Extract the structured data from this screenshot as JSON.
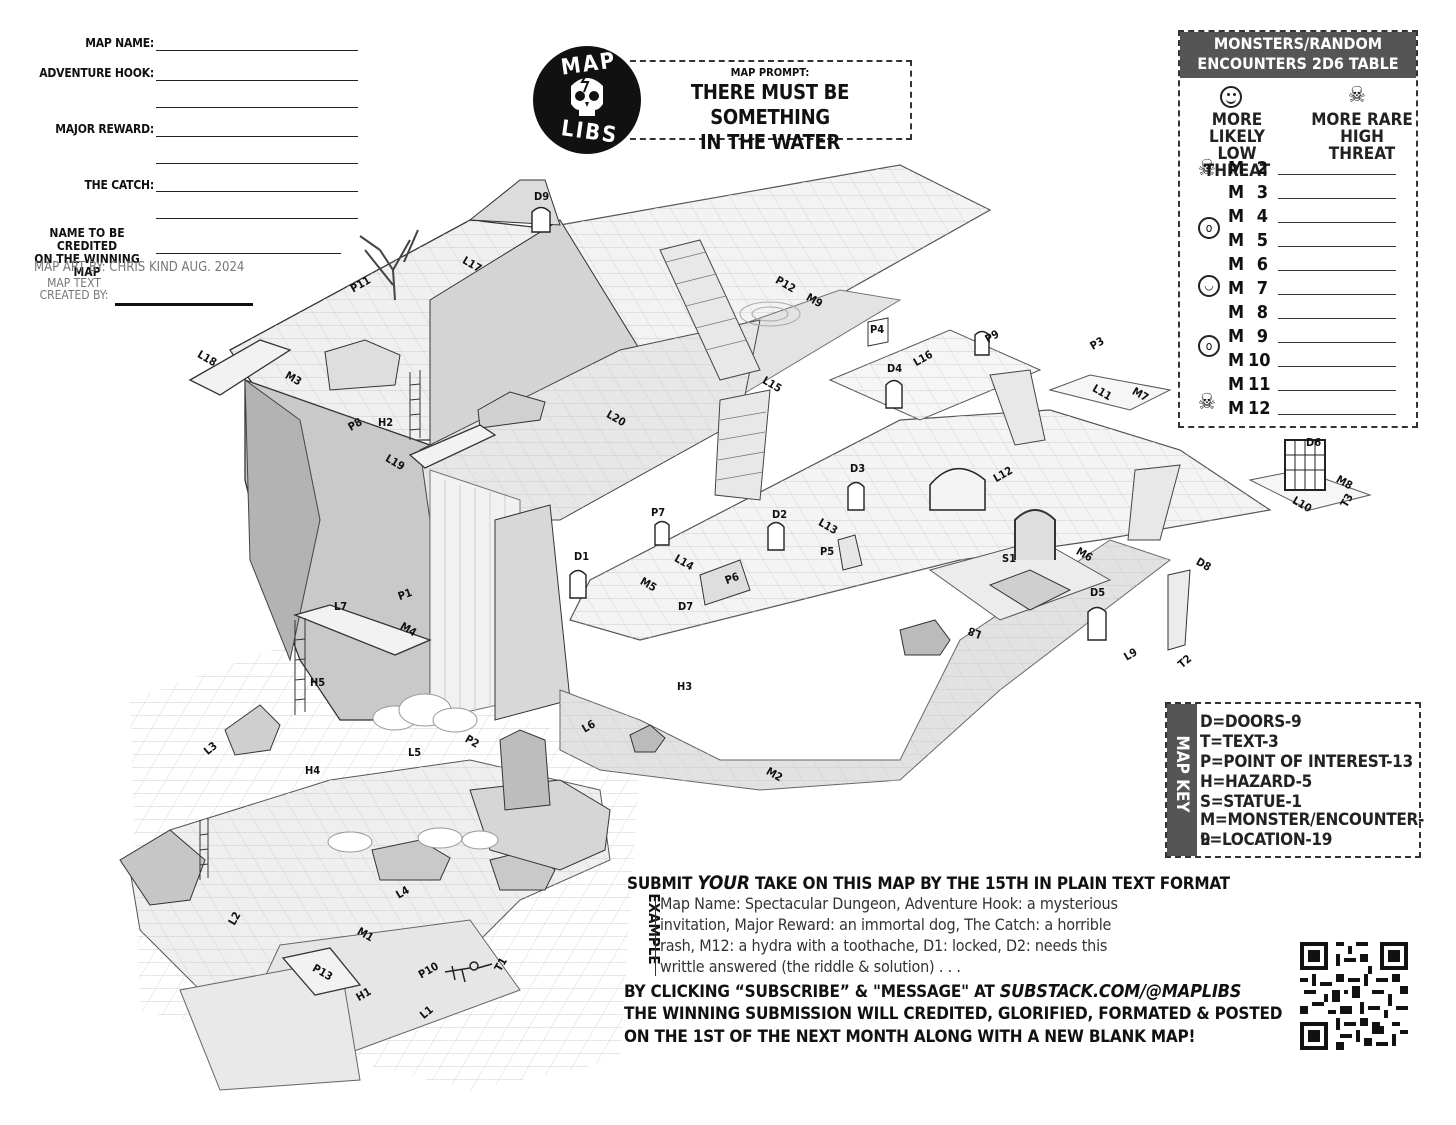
{
  "form": {
    "map_name": "MAP NAME:",
    "adventure_hook": "ADVENTURE HOOK:",
    "major_reward": "MAJOR REWARD:",
    "the_catch": "THE CATCH:",
    "credited_line1": "NAME TO BE CREDITED",
    "credited_line2": "ON THE WINNING MAP",
    "map_art_by": "MAP ART BY: CHRIS KIND AUG. 2024",
    "map_text_1": "MAP TEXT",
    "map_text_2": "CREATED BY:"
  },
  "logo": {
    "top": "MAP",
    "bottom": "LIBS"
  },
  "prompt": {
    "label": "MAP PROMPT:",
    "line1": "THERE MUST BE SOMETHING",
    "line2": "IN THE WATER"
  },
  "monsters": {
    "title1": "MONSTERS/RANDOM",
    "title2": "ENCOUNTERS 2D6 TABLE",
    "col1_l1": "MORE LIKELY",
    "col1_l2": "LOW THREAT",
    "col2_l1": "MORE RARE",
    "col2_l2": "HIGH THREAT",
    "rows": [
      {
        "m": "M",
        "n": "2"
      },
      {
        "m": "M",
        "n": "3"
      },
      {
        "m": "M",
        "n": "4"
      },
      {
        "m": "M",
        "n": "5"
      },
      {
        "m": "M",
        "n": "6"
      },
      {
        "m": "M",
        "n": "7"
      },
      {
        "m": "M",
        "n": "8"
      },
      {
        "m": "M",
        "n": "9"
      },
      {
        "m": "M",
        "n": "10"
      },
      {
        "m": "M",
        "n": "11"
      },
      {
        "m": "M",
        "n": "12"
      }
    ]
  },
  "map_key": {
    "title": "MAP KEY",
    "items": [
      "D=DOORS-9",
      "T=TEXT-3",
      "P=POINT OF INTEREST-13",
      "H=HAZARD-5",
      "S=STATUE-1",
      "M=MONSTER/ENCOUNTER-9",
      "L=LOCATION-19"
    ]
  },
  "submit": {
    "line1_a": "SUBMIT",
    "line1_b": "YOUR",
    "line1_c": "TAKE ON THIS MAP BY THE 15TH IN PLAIN TEXT FORMAT",
    "example_label": "EXAMPLE",
    "ex1": "Map Name: Spectacular Dungeon, Adventure Hook: a mysterious",
    "ex2": "invitation, Major Reward: an immortal dog, The Catch: a horrible",
    "ex3": "rash, M12: a hydra with a toothache, D1: locked, D2: needs this",
    "ex4": "writtle answered (the riddle & solution) . . .",
    "line2_a": "BY CLICKING “SUBSCRIBE” & \"MESSAGE\" AT",
    "line2_b": "SUBSTACK.COM/@MAPLIBS",
    "line3": "THE WINNING SUBMISSION WILL CREDITED, GLORIFIED, FORMATED & POSTED",
    "line4": "ON THE 1ST OF THE NEXT MONTH ALONG WITH A NEW BLANK MAP!"
  },
  "map_labels": {
    "D9": "D9",
    "L17": "L17",
    "P11": "P11",
    "L18": "L18",
    "M3": "M3",
    "P8": "P8",
    "H2": "H2",
    "L19": "L19",
    "L20": "L20",
    "P12": "P12",
    "M9": "M9",
    "L15": "L15",
    "P4": "P4",
    "D4": "D4",
    "L16": "L16",
    "P9": "P9",
    "P3": "P3",
    "L11": "L11",
    "M7": "M7",
    "D3": "D3",
    "L12": "L12",
    "D6": "D6",
    "M8": "M8",
    "T3": "T3",
    "L10": "L10",
    "P7": "P7",
    "D2": "D2",
    "L13": "L13",
    "P5": "P5",
    "D1": "D1",
    "L14": "L14",
    "M5": "M5",
    "P6": "P6",
    "D7": "D7",
    "S1": "S1",
    "M6": "M6",
    "D8": "D8",
    "D5": "D5",
    "L8": "L8",
    "L9": "L9",
    "T2": "T2",
    "L7": "L7",
    "P1": "P1",
    "M4": "M4",
    "H5": "H5",
    "H3": "H3",
    "L3": "L3",
    "H4": "H4",
    "L5": "L5",
    "P2": "P2",
    "L6": "L6",
    "M2": "M2",
    "L4": "L4",
    "L2": "L2",
    "M1": "M1",
    "P13": "P13",
    "H1": "H1",
    "P10": "P10",
    "T1": "T1",
    "L1": "L1"
  }
}
